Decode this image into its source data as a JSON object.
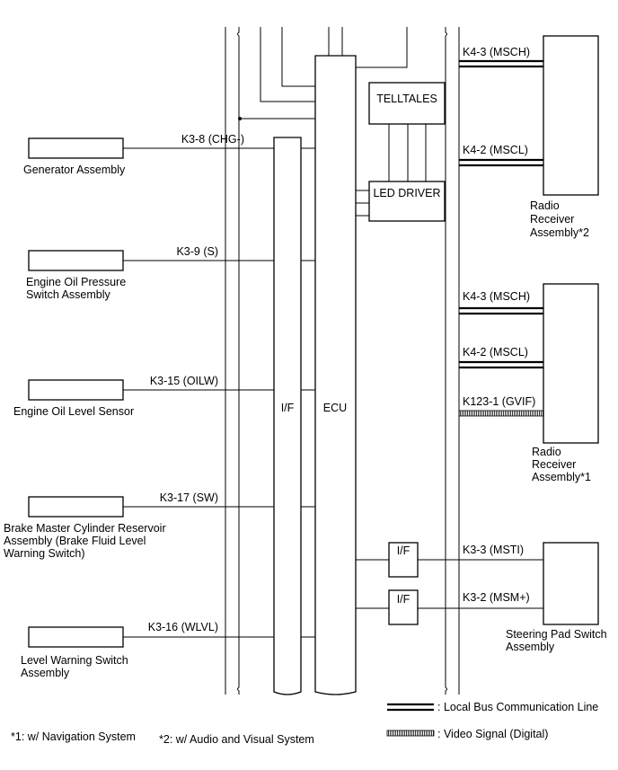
{
  "components": {
    "generator": {
      "label_lines": [
        "Generator Assembly"
      ],
      "terminal": "K3-8 (CHG-)"
    },
    "oil_pressure": {
      "label_lines": [
        "Engine Oil Pressure",
        "Switch Assembly"
      ],
      "terminal": "K3-9 (S)"
    },
    "oil_level": {
      "label_lines": [
        "Engine Oil Level Sensor"
      ],
      "terminal": "K3-15 (OILW)"
    },
    "brake_reservoir": {
      "label_lines": [
        "Brake Master Cylinder Reservoir",
        "Assembly (Brake Fluid Level",
        "Warning Switch)"
      ],
      "terminal": "K3-17 (SW)"
    },
    "level_warning": {
      "label_lines": [
        "Level Warning Switch",
        "Assembly"
      ],
      "terminal": "K3-16 (WLVL)"
    },
    "radio_av": {
      "label_lines": [
        "Radio",
        "Receiver",
        "Assembly*2"
      ],
      "terminals": [
        "K4-3 (MSCH)",
        "K4-2 (MSCL)"
      ]
    },
    "radio_nav": {
      "label_lines": [
        "Radio",
        "Receiver",
        "Assembly*1"
      ],
      "terminals": [
        "K4-3 (MSCH)",
        "K4-2 (MSCL)",
        "K123-1 (GVIF)"
      ]
    },
    "steering_pad": {
      "label_lines": [
        "Steering Pad Switch",
        "Assembly"
      ],
      "terminals": [
        "K3-3 (MSTI)",
        "K3-2 (MSM+)"
      ]
    }
  },
  "blocks": {
    "if_main": "I/F",
    "ecu": "ECU",
    "telltales": "TELLTALES",
    "led_driver": "LED DRIVER",
    "if_small": [
      "I/F",
      "I/F"
    ]
  },
  "legend": {
    "bus": ": Local Bus Communication Line",
    "video": ": Video Signal (Digital)"
  },
  "notes": {
    "n1": "*1: w/ Navigation System",
    "n2": "*2: w/ Audio and Visual System"
  }
}
